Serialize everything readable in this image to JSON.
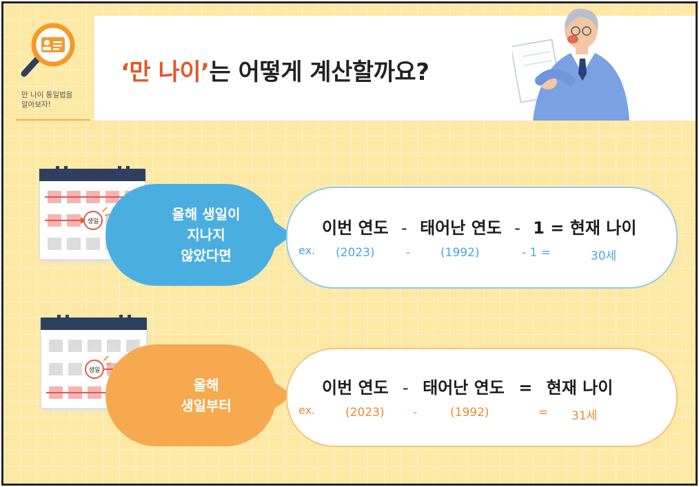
{
  "header": {
    "logo_caption_line1": "만 나이 통일법을",
    "logo_caption_line2": "알아보자!",
    "title_accent": "‘만 나이’",
    "title_rest": "는 어떻게 계산할까요?"
  },
  "row1": {
    "bubble_line1": "올해 생일이",
    "bubble_line2": "지나지",
    "bubble_line3": "않았다면",
    "calendar_label": "생일",
    "formula": {
      "term1": "이번 연도",
      "op1": "-",
      "term2": "태어난 연도",
      "op2": "-",
      "term3": "1 =",
      "result": "현재 나이"
    },
    "example": {
      "prefix": "ex.",
      "v1": "(2023)",
      "op1": "-",
      "v2": "(1992)",
      "op2": "- 1 =",
      "result": "30세"
    }
  },
  "row2": {
    "bubble_line1": "올해",
    "bubble_line2": "생일부터",
    "calendar_label": "생일",
    "formula": {
      "term1": "이번 연도",
      "op1": "-",
      "term2": "태어난 연도",
      "op2": "=",
      "result": "현재 나이"
    },
    "example": {
      "prefix": "ex.",
      "v1": "(2023)",
      "op1": "-",
      "v2": "(1992)",
      "op2": "=",
      "result": "31세"
    }
  },
  "colors": {
    "background": "#fde9a6",
    "blue_bubble": "#4aafe0",
    "orange_bubble": "#f6a94f",
    "title_accent": "#e0572a"
  }
}
